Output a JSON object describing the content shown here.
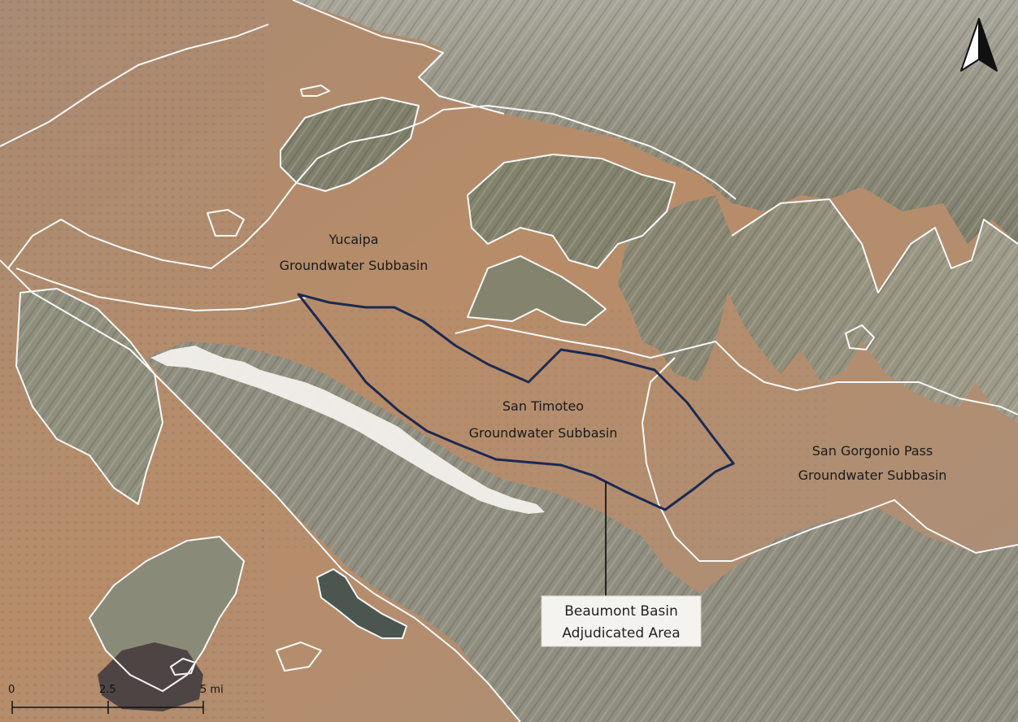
{
  "map": {
    "labels": {
      "yucaipa_line1": "Yucaipa",
      "yucaipa_line2": "Groundwater Subbasin",
      "san_timoteo_line1": "San Timoteo",
      "san_timoteo_line2": "Groundwater Subbasin",
      "san_gorgonio_line1": "San Gorgonio Pass",
      "san_gorgonio_line2": "Groundwater Subbasin"
    },
    "callout": {
      "line1": "Beaumont Basin",
      "line2": "Adjudicated Area"
    },
    "scale_bar": {
      "tick_0": "0",
      "tick_mid": "2.5",
      "tick_end": "5 mi"
    },
    "north_arrow": {
      "icon": "north-arrow-icon"
    },
    "colors": {
      "subbasin_boundary": "#ffffff",
      "adjudicated_boundary": "#1b2a52",
      "terrain_lowland": "#b58a66",
      "terrain_mountain": "#8c8a78"
    }
  }
}
